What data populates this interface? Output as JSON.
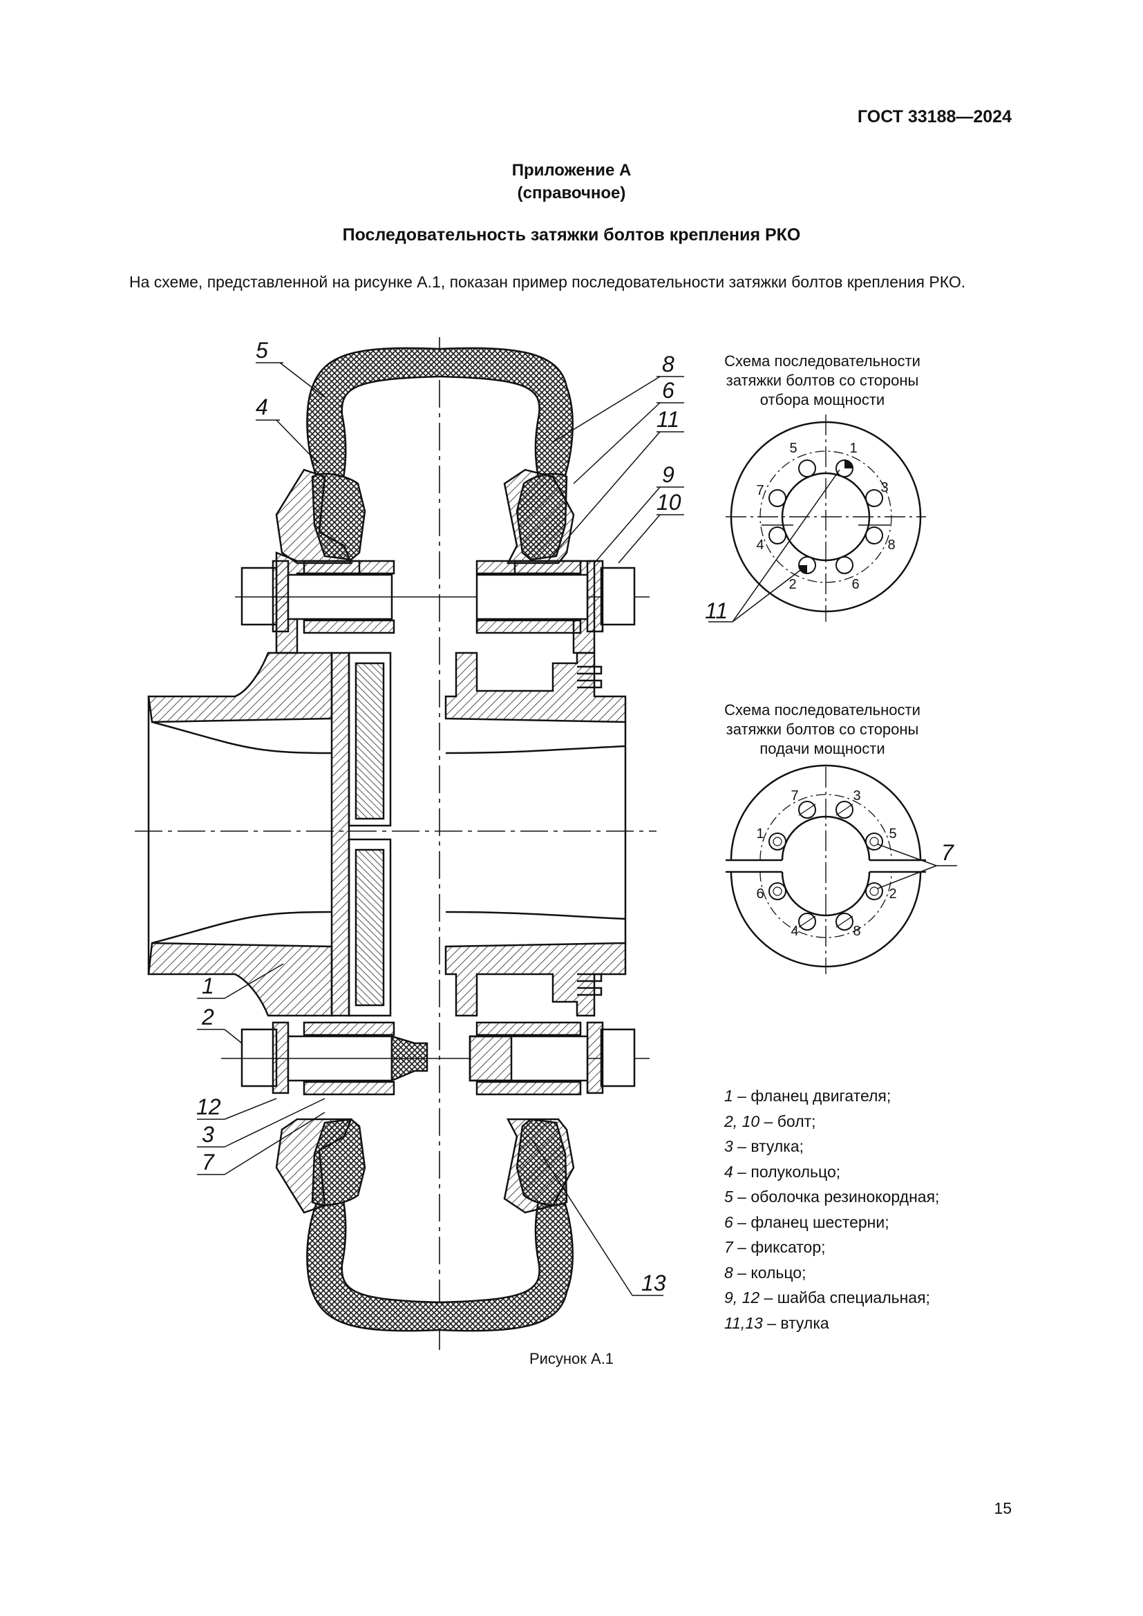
{
  "header": {
    "standard": "ГОСТ 33188—2024"
  },
  "appendix": {
    "title": "Приложение А",
    "note": "(справочное)"
  },
  "section_title": "Последовательность затяжки болтов крепления РКО",
  "intro": "На схеме, представленной на рисунке А.1, показан пример последовательности затяжки болтов крепления РКО.",
  "figure": {
    "callouts": [
      "1",
      "2",
      "3",
      "4",
      "5",
      "6",
      "7",
      "8",
      "9",
      "10",
      "11",
      "12",
      "13"
    ],
    "schemes": [
      {
        "title_lines": [
          "Схема последовательности",
          "затяжки болтов со стороны",
          "отбора мощности"
        ],
        "numbers": [
          "1",
          "2",
          "3",
          "4",
          "5",
          "6",
          "7",
          "8"
        ],
        "callout": "11"
      },
      {
        "title_lines": [
          "Схема последовательности",
          "затяжки болтов со стороны",
          "подачи мощности"
        ],
        "numbers": [
          "1",
          "2",
          "3",
          "4",
          "5",
          "6",
          "7",
          "8"
        ],
        "callout": "7"
      }
    ],
    "caption": "Рисунок А.1"
  },
  "legend": [
    {
      "keys": "1",
      "text": " – фланец двигателя;"
    },
    {
      "keys": "2, 10",
      "text": " – болт;"
    },
    {
      "keys": "3",
      "text": " – втулка;"
    },
    {
      "keys": "4",
      "text": " – полукольцо;"
    },
    {
      "keys": "5",
      "text": " – оболочка резинокордная;"
    },
    {
      "keys": "6",
      "text": " – фланец шестерни;"
    },
    {
      "keys": "7",
      "text": " – фиксатор;"
    },
    {
      "keys": "8",
      "text": " – кольцо;"
    },
    {
      "keys": "9, 12",
      "text": " – шайба специальная;"
    },
    {
      "keys": "11,13",
      "text": " – втулка"
    }
  ],
  "page_number": "15"
}
